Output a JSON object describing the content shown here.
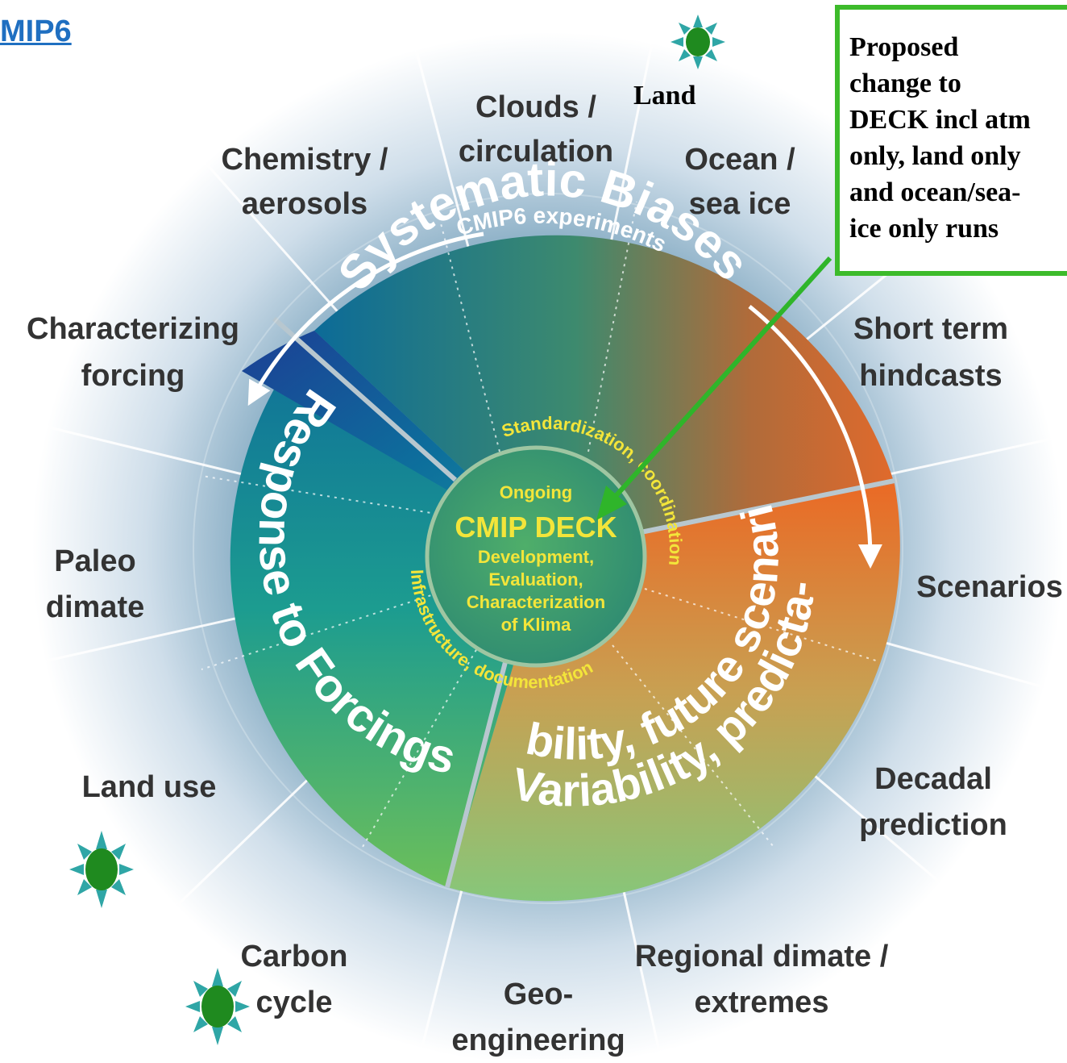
{
  "title_link": "MIP6",
  "callout": {
    "lines": [
      "Proposed",
      "change to",
      "DECK incl atm",
      "only, land only",
      "and ocean/sea-",
      "ice only runs"
    ]
  },
  "land_label": "Land",
  "outer_labels": {
    "clouds": [
      "Clouds /",
      "circulation"
    ],
    "ocean": [
      "Ocean /",
      "sea ice"
    ],
    "chemistry": [
      "Chemistry /",
      "aerosols"
    ],
    "characterizing": [
      "Characterizing",
      "forcing"
    ],
    "short_term": [
      "Short term",
      "hindcasts"
    ],
    "paleo": [
      "Paleo",
      "dimate"
    ],
    "scenarios": [
      "Scenarios"
    ],
    "land_use": [
      "Land use"
    ],
    "decadal": [
      "Decadal",
      "prediction"
    ],
    "carbon": [
      "Carbon",
      "cycle"
    ],
    "geo": [
      "Geo-",
      "engineering"
    ],
    "regional": [
      "Regional dimate /",
      "extremes"
    ]
  },
  "ring": {
    "cmip6_experiments": "CMIP6 experiments",
    "systematic_biases": "Systematic Biases",
    "response_to_forcings": "Response to Forcings",
    "variability_line1": "Variability, predicta-",
    "variability_line2": "bility, future scenarios",
    "standardization": "Standardization, coordination",
    "infrastructure": "Infrastructure, documentation"
  },
  "center": {
    "ongoing": "Ongoing",
    "cmip_deck": "CMIP DECK",
    "line1": "Development,",
    "line2": "Evaluation,",
    "line3": "Characterization",
    "line4": "of Klima"
  },
  "colors": {
    "title": "#1f6fc1",
    "callout_border": "#3dbb2b",
    "arrow_green": "#2fb52a",
    "center_text": "#f3e53a",
    "sun_body": "#1f8a1f",
    "sun_ray": "#2fa6a6"
  },
  "icons": [
    "sun-icon",
    "sun-icon",
    "sun-icon"
  ]
}
